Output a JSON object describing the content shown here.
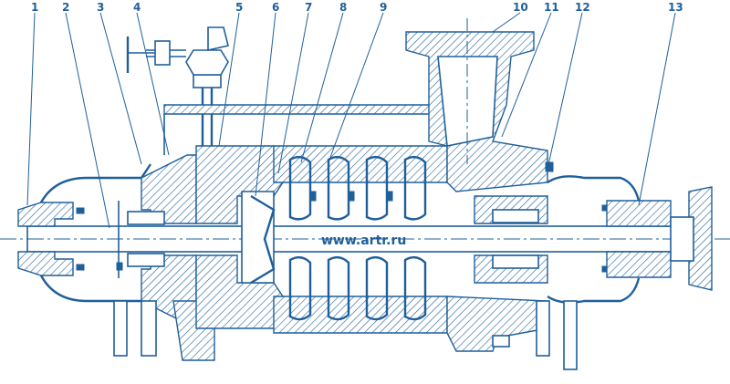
{
  "callouts": [
    {
      "id": "1",
      "label": "1"
    },
    {
      "id": "2",
      "label": "2"
    },
    {
      "id": "3",
      "label": "3"
    },
    {
      "id": "4",
      "label": "4"
    },
    {
      "id": "5",
      "label": "5"
    },
    {
      "id": "6",
      "label": "6"
    },
    {
      "id": "7",
      "label": "7"
    },
    {
      "id": "8",
      "label": "8"
    },
    {
      "id": "9",
      "label": "9"
    },
    {
      "id": "10",
      "label": "10"
    },
    {
      "id": "11",
      "label": "11"
    },
    {
      "id": "12",
      "label": "12"
    },
    {
      "id": "13",
      "label": "13"
    }
  ],
  "watermark": "www.artr.ru",
  "colors": {
    "ink": "#1f5f9a",
    "background": "#ffffff"
  }
}
